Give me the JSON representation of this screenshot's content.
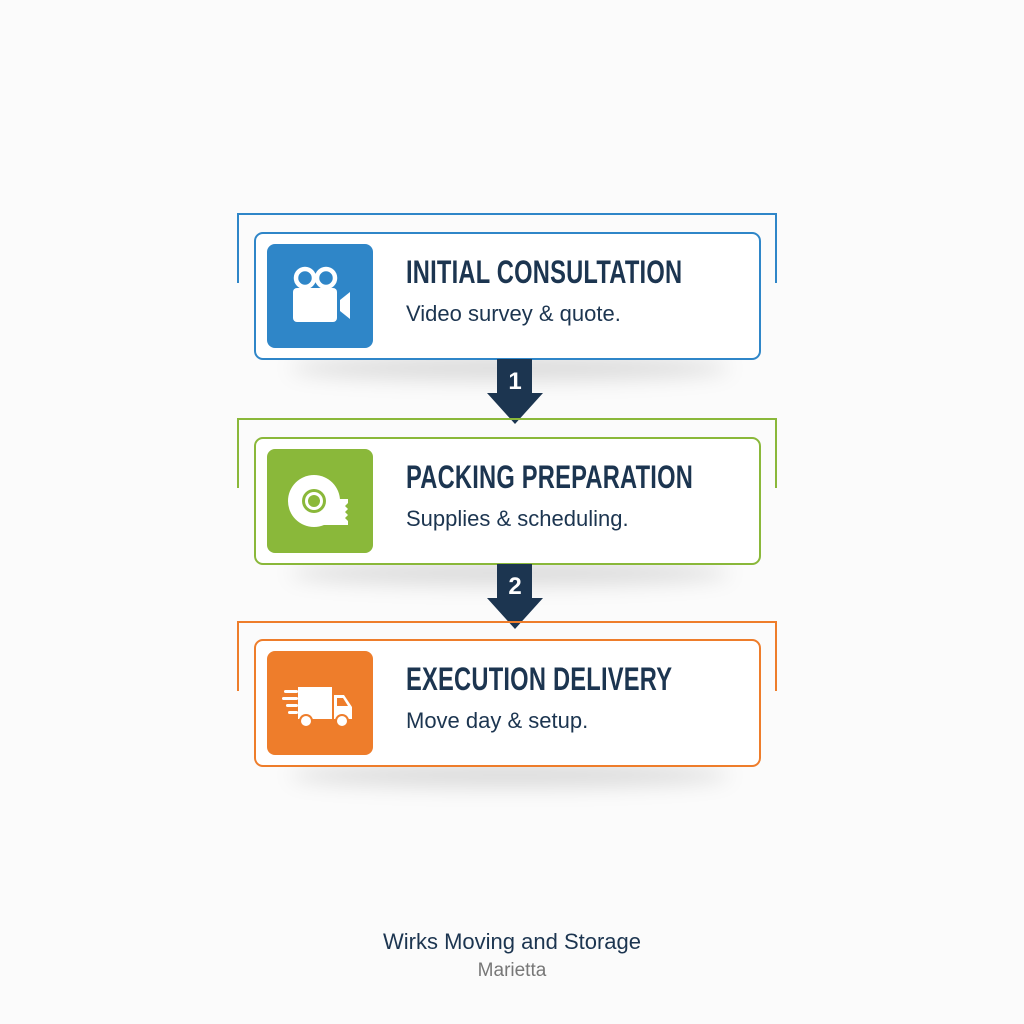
{
  "colors": {
    "step1": "#2f86c8",
    "step2": "#8ab83a",
    "step3": "#ee7d2b",
    "arrow": "#1c3550",
    "text": "#1c3550",
    "muted": "#777777"
  },
  "steps": [
    {
      "title": "INITIAL CONSULTATION",
      "subtitle": "Video survey & quote.",
      "icon": "video-camera-icon"
    },
    {
      "title": "PACKING PREPARATION",
      "subtitle": "Supplies & scheduling.",
      "icon": "tape-roll-icon"
    },
    {
      "title": "EXECUTION DELIVERY",
      "subtitle": "Move day & setup.",
      "icon": "delivery-truck-icon"
    }
  ],
  "arrows": [
    {
      "label": "1"
    },
    {
      "label": "2"
    }
  ],
  "footer": {
    "company": "Wirks Moving and Storage",
    "city": "Marietta"
  }
}
